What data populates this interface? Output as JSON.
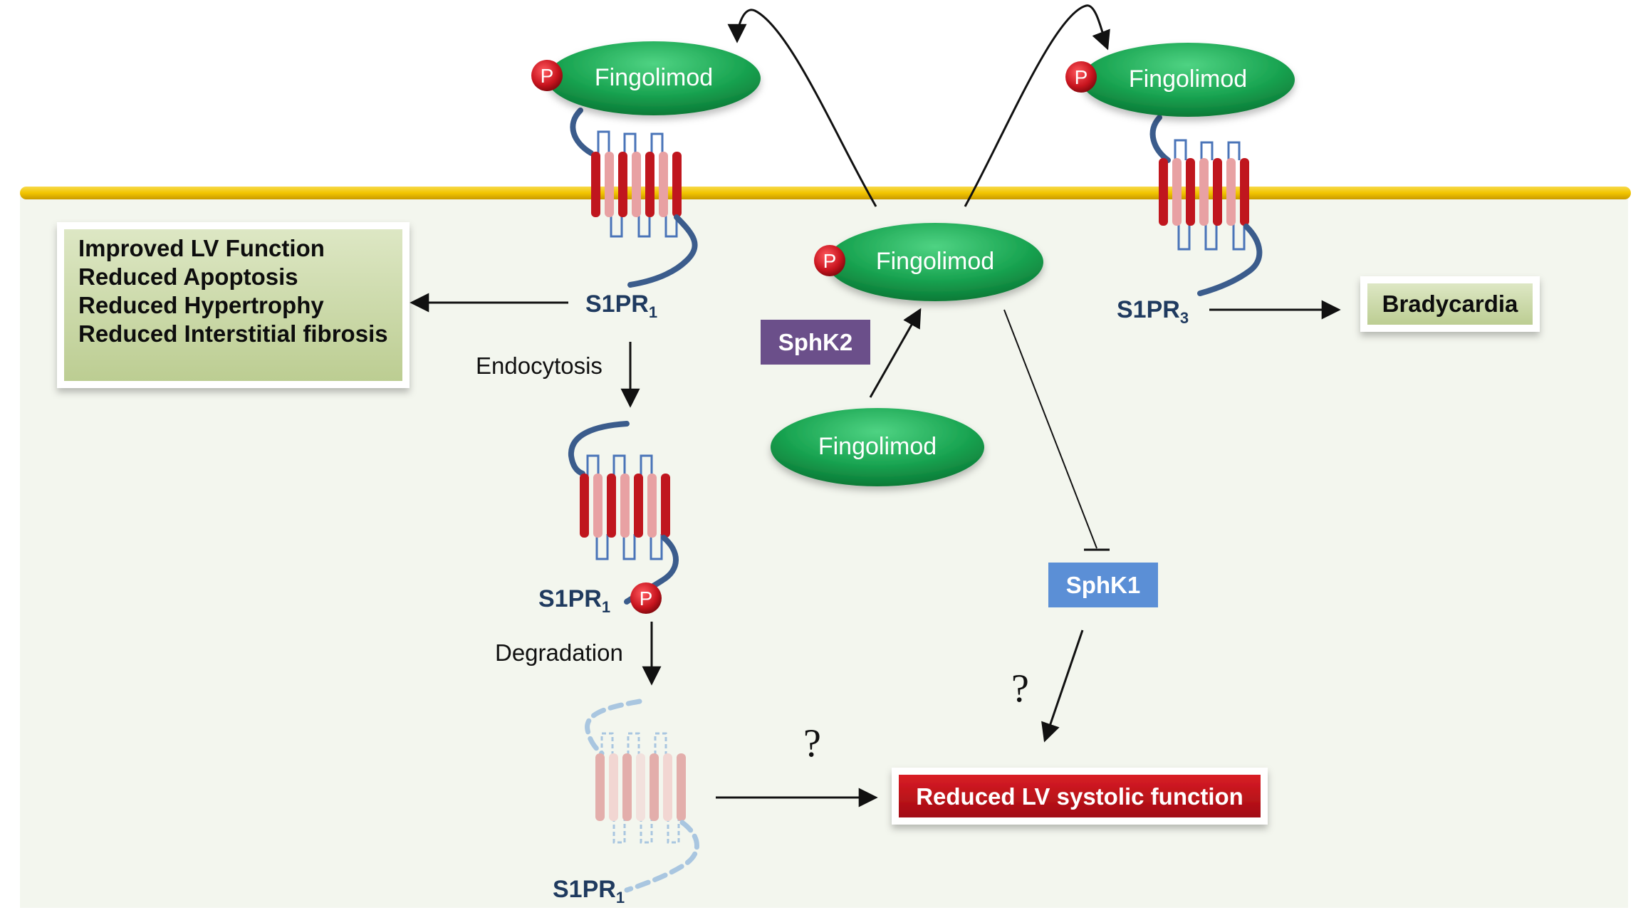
{
  "ligands": {
    "top_left": "Fingolimod",
    "top_right": "Fingolimod",
    "center": "Fingolimod",
    "lower": "Fingolimod"
  },
  "phospho": "P",
  "receptors": {
    "membrane_left": {
      "name": "S1PR",
      "sub": "1"
    },
    "membrane_right": {
      "name": "S1PR",
      "sub": "3"
    },
    "internalized": {
      "name": "S1PR",
      "sub": "1"
    },
    "degraded": {
      "name": "S1PR",
      "sub": "1"
    }
  },
  "processes": {
    "endocytosis": "Endocytosis",
    "degradation": "Degradation"
  },
  "kinases": {
    "sphk2": "SphK2",
    "sphk1": "SphK1"
  },
  "outcomes": {
    "benefits": [
      "Improved LV Function",
      "Reduced Apoptosis",
      "Reduced Hypertrophy",
      "Reduced Interstitial fibrosis"
    ],
    "bradycardia": "Bradycardia",
    "reduced_lv": "Reduced LV systolic function"
  },
  "unknown_marks": [
    "?",
    "?"
  ],
  "colors": {
    "ellipse": "#1aa552",
    "membrane": "#f2c500",
    "phospho": "#c8141e",
    "receptor_dark": "#c0161e",
    "receptor_light": "#e8a1a3",
    "tail": "#3b5c8c",
    "benefit_box": "#cfdcae",
    "sphk2": "#6b4f8a",
    "sphk1": "#5b8fd6",
    "reduced_lv_box": "#c4101a",
    "cytoplasm": "#f3f6ee"
  }
}
